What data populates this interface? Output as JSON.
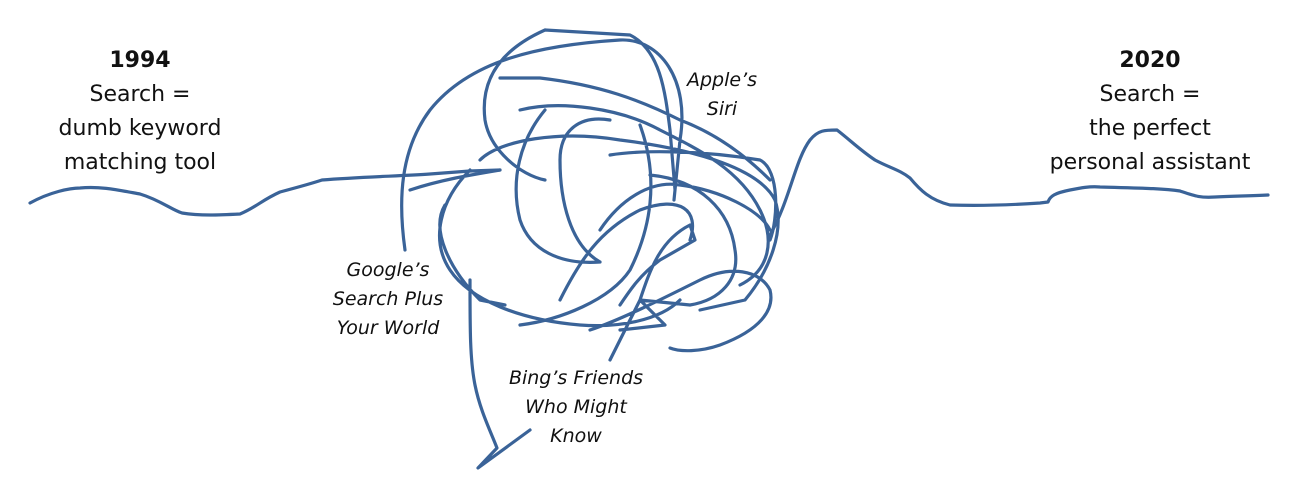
{
  "diagram": {
    "title": "Evolution of Search",
    "line_color": "#3a6398",
    "start": {
      "year": "1994",
      "lines": [
        "Search =",
        "dumb keyword",
        "matching tool"
      ]
    },
    "end": {
      "year": "2020",
      "lines": [
        "Search =",
        "the perfect",
        "personal assistant"
      ]
    },
    "annotations": {
      "google": [
        "Google’s",
        "Search Plus",
        "Your World"
      ],
      "bing": [
        "Bing’s Friends",
        "Who Might",
        "Know"
      ],
      "siri": [
        "Apple’s",
        "Siri"
      ]
    }
  }
}
